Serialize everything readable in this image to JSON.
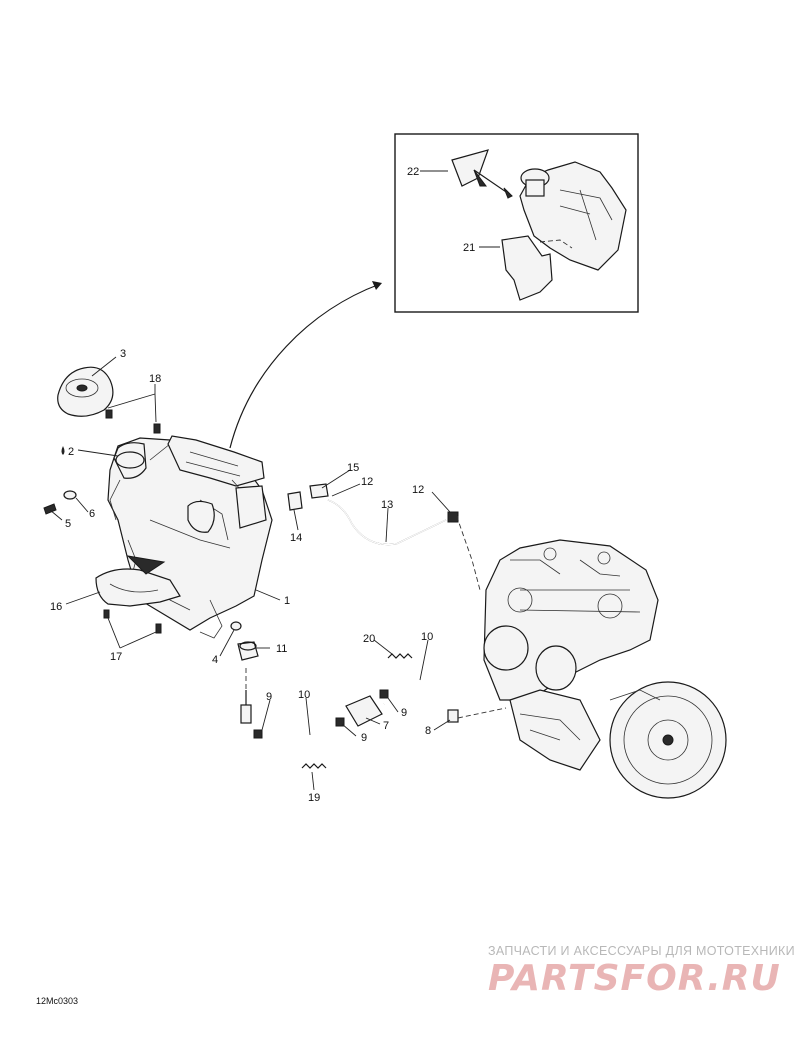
{
  "diagram": {
    "callouts": [
      {
        "id": "c1",
        "label": "1"
      },
      {
        "id": "c2",
        "label": "2"
      },
      {
        "id": "c3",
        "label": "3"
      },
      {
        "id": "c4",
        "label": "4"
      },
      {
        "id": "c5",
        "label": "5"
      },
      {
        "id": "c6",
        "label": "6"
      },
      {
        "id": "c7",
        "label": "7"
      },
      {
        "id": "c8",
        "label": "8"
      },
      {
        "id": "c9a",
        "label": "9"
      },
      {
        "id": "c9b",
        "label": "9"
      },
      {
        "id": "c9c",
        "label": "9"
      },
      {
        "id": "c10a",
        "label": "10"
      },
      {
        "id": "c10b",
        "label": "10"
      },
      {
        "id": "c11",
        "label": "11"
      },
      {
        "id": "c12a",
        "label": "12"
      },
      {
        "id": "c12b",
        "label": "12"
      },
      {
        "id": "c13",
        "label": "13"
      },
      {
        "id": "c14",
        "label": "14"
      },
      {
        "id": "c15",
        "label": "15"
      },
      {
        "id": "c16",
        "label": "16"
      },
      {
        "id": "c17",
        "label": "17"
      },
      {
        "id": "c18",
        "label": "18"
      },
      {
        "id": "c19",
        "label": "19"
      },
      {
        "id": "c20",
        "label": "20"
      },
      {
        "id": "c21",
        "label": "21"
      },
      {
        "id": "c22",
        "label": "22"
      }
    ],
    "figure_code": "12Mc0303"
  },
  "watermark": {
    "tagline": "ЗАПЧАСТИ И АКСЕССУАРЫ ДЛЯ МОТОТЕХНИКИ",
    "logo": "PARTSFOR.RU"
  }
}
